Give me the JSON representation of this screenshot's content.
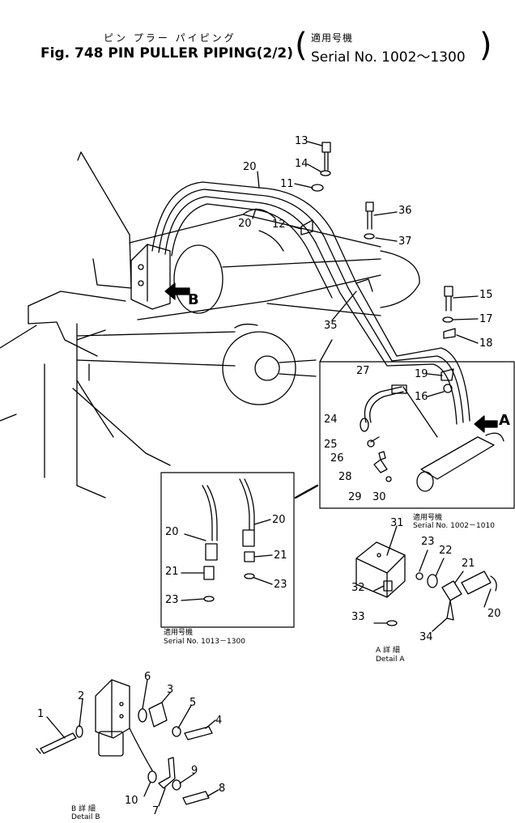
{
  "header": {
    "japanese_title": "ピン プラー パイピング",
    "figure_title": "Fig. 748 PIN PULLER PIPING(2/2)",
    "applicability_jp": "適用号機",
    "serial_range": "Serial No. 1002～1300"
  },
  "callouts": {
    "c1": "1",
    "c2": "2",
    "c3": "3",
    "c4": "4",
    "c5": "5",
    "c6": "6",
    "c7": "7",
    "c8": "8",
    "c9": "9",
    "c10": "10",
    "c11": "11",
    "c12": "12",
    "c13": "13",
    "c14": "14",
    "c15": "15",
    "c16": "16",
    "c17": "17",
    "c18": "18",
    "c19": "19",
    "c20": "20",
    "c21": "21",
    "c22": "22",
    "c23": "23",
    "c24": "24",
    "c25": "25",
    "c26": "26",
    "c27": "27",
    "c28": "28",
    "c29": "29",
    "c30": "30",
    "c31": "31",
    "c32": "32",
    "c33": "33",
    "c34": "34",
    "c35": "35",
    "c36": "36",
    "c37": "37"
  },
  "view_markers": {
    "A": "A",
    "B": "B"
  },
  "inset_serial_1": {
    "jp": "適用号機",
    "text": "Serial No. 1002－1010"
  },
  "inset_serial_2": {
    "jp": "適用号機",
    "text": "Serial No. 1013－1300"
  },
  "detail_a": {
    "jp": "A 詳 細",
    "text": "Detail A"
  },
  "detail_b": {
    "jp": "B 詳 細",
    "text": "Detail B"
  }
}
